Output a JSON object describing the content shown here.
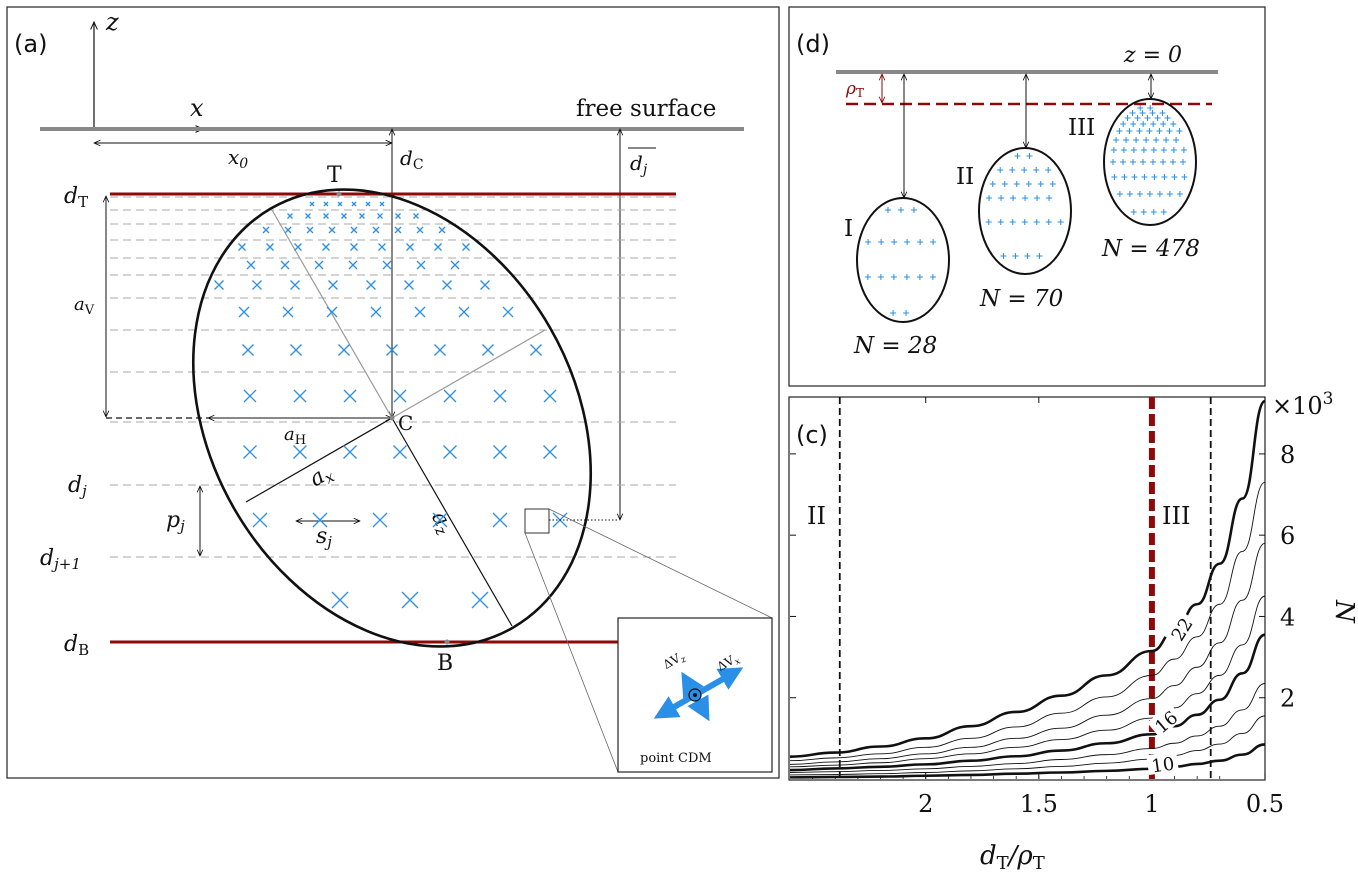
{
  "colors": {
    "accent_blue": "#2a8fe6",
    "dark_red": "#8b0a0a",
    "surface_gray": "#888888",
    "grid_gray": "#aaaaaa",
    "ink": "#111111"
  },
  "panel_a": {
    "panel_label": "(a)",
    "axis_z": "z",
    "axis_x": "x",
    "free_surface": "free surface",
    "x0": "x",
    "x0_sub": "0",
    "dC": "d",
    "dC_sub": "C",
    "dj_bar": "d",
    "dj_bar_sub": "j",
    "dT": "d",
    "dT_sub": "T",
    "T": "T",
    "aV": "a",
    "aV_sub": "V",
    "aH": "a",
    "aH_sub": "H",
    "C": "C",
    "dj": "d",
    "dj_sub": "j",
    "pj": "p",
    "pj_sub": "j",
    "dj1": "d",
    "dj1_sub": "j+1",
    "sj": "s",
    "sj_sub": "j",
    "ax": "a",
    "ax_sub": "x",
    "az": "a",
    "az_sub": "z",
    "dB": "d",
    "dB_sub": "B",
    "B": "B",
    "inset": {
      "label": "point CDM",
      "dVz": "ΔV",
      "dVz_sub": "z",
      "dVx": "ΔV",
      "dVx_sub": "x"
    }
  },
  "panel_d": {
    "panel_label": "(d)",
    "z0": "z = 0",
    "rhoT": "ρ",
    "rhoT_sub": "T",
    "items": [
      {
        "roman": "I",
        "count": "N = 28"
      },
      {
        "roman": "II",
        "count": "N = 70"
      },
      {
        "roman": "III",
        "count": "N = 478"
      }
    ]
  },
  "panel_c": {
    "panel_label": "(c)",
    "region_left": "II",
    "region_right": "III",
    "exponent": "×10",
    "exponent_power": "3",
    "ylabel": "N",
    "xlabel": "d",
    "xlabel_sub": "T",
    "xlabel_tail": "/ρ",
    "xlabel_tail_sub": "T",
    "curve_labels": [
      "22",
      "16",
      "10"
    ]
  },
  "chart_data": {
    "type": "line",
    "xlabel": "dT/ρT",
    "ylabel": "N",
    "x_axis_reversed": true,
    "xlim": [
      2.6,
      0.5
    ],
    "ylim": [
      0,
      9.4
    ],
    "y_multiplier": "×10^3",
    "x_ticks": [
      "2",
      "1.5",
      "1",
      "0.5"
    ],
    "y_ticks": [
      "2",
      "4",
      "6",
      "8"
    ],
    "vertical_lines": [
      {
        "x": 2.38,
        "style": "dashed",
        "label": "II"
      },
      {
        "x": 1.0,
        "style": "thick-dashed-red"
      },
      {
        "x": 0.74,
        "style": "dashed",
        "label": "III"
      }
    ],
    "x": [
      2.6,
      2.4,
      2.2,
      2.0,
      1.8,
      1.6,
      1.4,
      1.2,
      1.0,
      0.9,
      0.8,
      0.7,
      0.6,
      0.5
    ],
    "series": [
      {
        "name": "22",
        "values": [
          0.55,
          0.65,
          0.8,
          1.0,
          1.3,
          1.65,
          2.05,
          2.55,
          3.15,
          3.65,
          4.3,
          5.3,
          6.9,
          9.3
        ]
      },
      {
        "values": [
          0.45,
          0.52,
          0.62,
          0.78,
          1.0,
          1.28,
          1.62,
          2.02,
          2.55,
          2.95,
          3.5,
          4.3,
          5.6,
          7.3
        ]
      },
      {
        "values": [
          0.36,
          0.42,
          0.5,
          0.62,
          0.78,
          1.0,
          1.25,
          1.57,
          1.98,
          2.3,
          2.75,
          3.35,
          4.4,
          5.8
        ]
      },
      {
        "values": [
          0.3,
          0.34,
          0.4,
          0.5,
          0.62,
          0.78,
          0.97,
          1.2,
          1.5,
          1.75,
          2.1,
          2.55,
          3.3,
          4.5
        ]
      },
      {
        "name": "16",
        "values": [
          0.22,
          0.26,
          0.3,
          0.36,
          0.45,
          0.56,
          0.7,
          0.88,
          1.1,
          1.3,
          1.58,
          1.95,
          2.6,
          3.55
        ]
      },
      {
        "values": [
          0.16,
          0.18,
          0.21,
          0.25,
          0.31,
          0.38,
          0.48,
          0.6,
          0.75,
          0.88,
          1.06,
          1.3,
          1.7,
          2.35
        ]
      },
      {
        "values": [
          0.1,
          0.11,
          0.13,
          0.16,
          0.2,
          0.25,
          0.31,
          0.39,
          0.49,
          0.58,
          0.7,
          0.86,
          1.12,
          1.55
        ]
      },
      {
        "name": "10",
        "values": [
          0.04,
          0.05,
          0.06,
          0.08,
          0.1,
          0.13,
          0.16,
          0.2,
          0.25,
          0.3,
          0.37,
          0.45,
          0.6,
          0.85
        ]
      }
    ]
  }
}
